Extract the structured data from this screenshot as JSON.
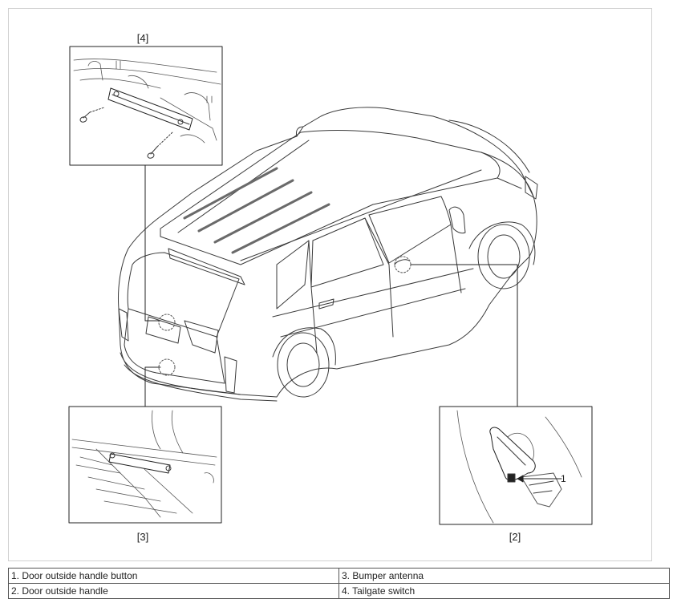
{
  "callouts": {
    "c4": "[4]",
    "c3": "[3]",
    "c2": "[2]",
    "part1": "1"
  },
  "legend": {
    "rows": [
      [
        "1. Door outside handle button",
        "3. Bumper antenna"
      ],
      [
        "2. Door outside handle",
        "4. Tailgate switch"
      ]
    ]
  },
  "colors": {
    "line": "#3a3a3a",
    "frame": "#d0d0d0"
  }
}
